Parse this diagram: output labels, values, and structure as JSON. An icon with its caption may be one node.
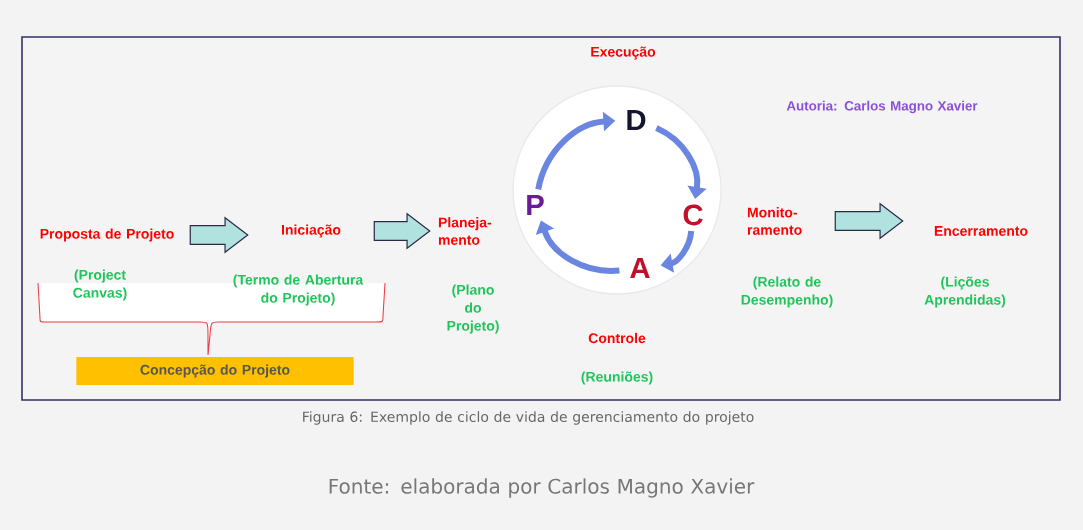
{
  "diagram": {
    "caption": "Figura 6: Exemplo de ciclo de vida de gerenciamento do projeto",
    "nodes": [
      {
        "text": [
          "Proposta de Projeto"
        ],
        "beside": [
          "(Project Canvas)"
        ]
      },
      {
        "text": [
          "Iniciação"
        ],
        "beside": [
          "(Termo de Abertura do Projeto)"
        ]
      },
      {
        "text": [
          "Planeja- mento"
        ],
        "beside": [
          "(Plano do Projeto)"
        ]
      },
      {
        "text": [
          "Monito- ramento"
        ],
        "beside": [
          "(Relato de Desempenho)"
        ]
      },
      {
        "text": [
          "Encerramento"
        ],
        "beside": [
          "(Lições Aprendidas)"
        ]
      },
      {
        "text": [
          "Concepção do Projeto"
        ]
      },
      {
        "text": [
          "P"
        ]
      },
      {
        "text": [
          "D"
        ]
      },
      {
        "text": [
          "C"
        ]
      },
      {
        "text": [
          "A"
        ]
      }
    ],
    "edges": [
      {
        "from": 0,
        "to": 1,
        "arrow": "to"
      },
      {
        "from": 1,
        "to": 2,
        "arrow": "to"
      },
      {
        "from": 3,
        "to": 4,
        "arrow": "to"
      },
      {
        "from": 6,
        "to": 7,
        "arrow": "to",
        "color": "#6b86e0"
      },
      {
        "from": 7,
        "to": 8,
        "arrow": "to",
        "color": "#6b86e0"
      },
      {
        "from": 8,
        "to": 9,
        "arrow": "to",
        "color": "#6b86e0"
      },
      {
        "from": 9,
        "to": 6,
        "arrow": "to",
        "color": "#6b86e0"
      }
    ],
    "labels": [
      "Execução",
      "Autoria: Carlos Magno Xavier",
      "Controle",
      "(Reuniões)",
      "Fonte: elaborada por Carlos Magno Xavier"
    ]
  }
}
